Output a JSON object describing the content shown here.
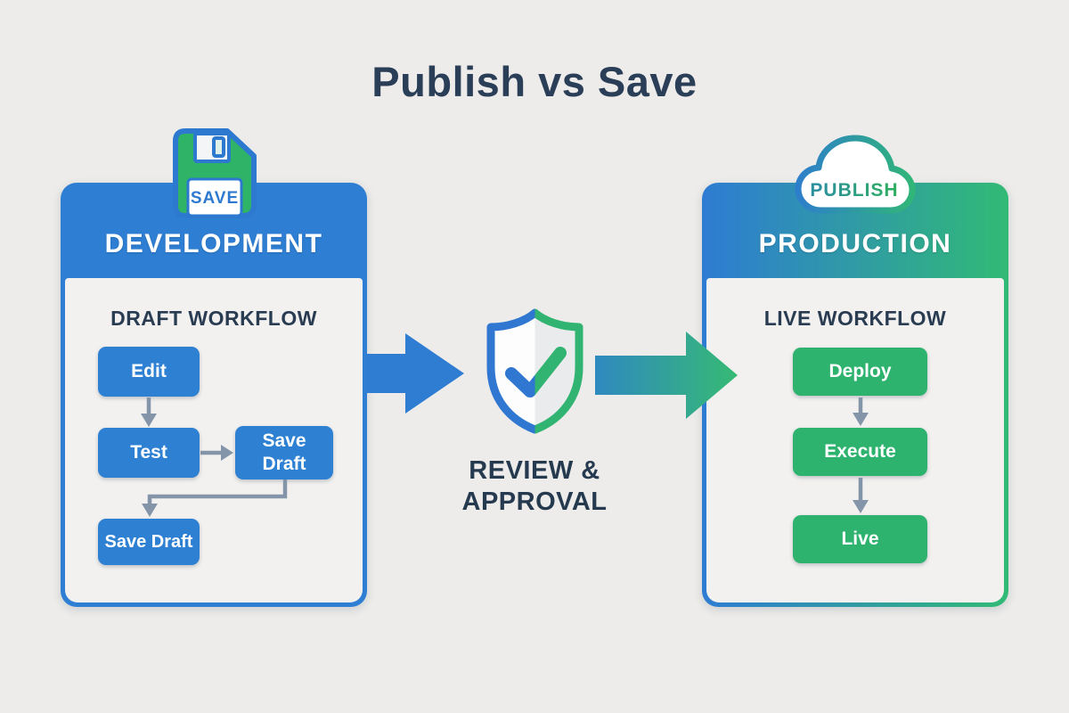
{
  "title": "Publish vs Save",
  "colors": {
    "blue": "#2e7ed3",
    "green": "#2eb36e",
    "navy": "#2b3e57",
    "connector_gray": "#8495a9",
    "background": "#edecea",
    "panel_body": "#f2f1ef",
    "gradient_start": "#2e7cd3",
    "gradient_end": "#31ba75"
  },
  "left_panel": {
    "badge": "SAVE",
    "header": "DEVELOPMENT",
    "subtitle": "DRAFT WORKFLOW",
    "nodes": [
      "Edit",
      "Test",
      "Save Draft",
      "Save Draft"
    ]
  },
  "center": {
    "line1": "REVIEW &",
    "line2": "APPROVAL"
  },
  "right_panel": {
    "badge": "PUBLISH",
    "header": "PRODUCTION",
    "subtitle": "LIVE WORKFLOW",
    "nodes": [
      "Deploy",
      "Execute",
      "Live"
    ]
  }
}
